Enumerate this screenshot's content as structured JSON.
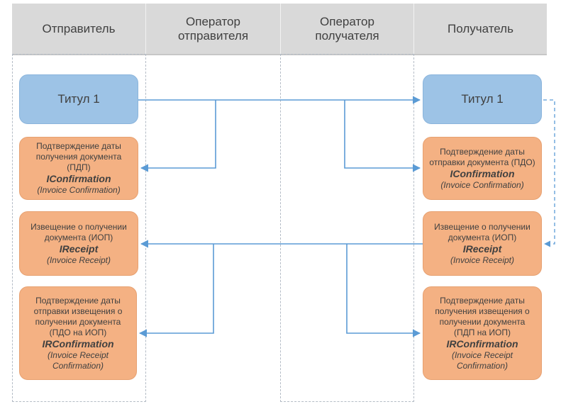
{
  "lanes": {
    "sender": "Отправитель",
    "sender_operator": "Оператор\nотправителя",
    "receiver_operator": "Оператор\nполучателя",
    "receiver": "Получатель"
  },
  "sender_boxes": {
    "title1": {
      "title": "Титул 1"
    },
    "pdp": {
      "desc": "Подтверждение даты\nполучения документа\n(ПДП)",
      "iface": "IConfirmation",
      "en": "(Invoice Confirmation)"
    },
    "iop": {
      "desc": "Извещение о получении\nдокумента (ИОП)",
      "iface": "IReceipt",
      "en": "(Invoice Receipt)"
    },
    "pdo_iop": {
      "desc": "Подтверждение даты\nотправки извещения о\nполучении документа\n(ПДО на ИОП)",
      "iface": "IRConfirmation",
      "en": "(Invoice Receipt\nConfirmation)"
    }
  },
  "receiver_boxes": {
    "title1": {
      "title": "Титул 1"
    },
    "pdo": {
      "desc": "Подтверждение даты\nотправки документа (ПДО)",
      "iface": "IConfirmation",
      "en": "(Invoice Confirmation)"
    },
    "iop": {
      "desc": "Извещение о получении\nдокумента (ИОП)",
      "iface": "IReceipt",
      "en": "(Invoice Receipt)"
    },
    "pdp_iop": {
      "desc": "Подтверждение даты\nполучения извещения о\nполучении документа\n(ПДП на ИОП)",
      "iface": "IRConfirmation",
      "en": "(Invoice Receipt\nConfirmation)"
    }
  },
  "colors": {
    "header_bg": "#d9d9d9",
    "blue_box": "#9dc3e6",
    "orange_box": "#f4b183",
    "arrow": "#5b9bd5",
    "dashed_arrow": "#5b9bd5"
  }
}
